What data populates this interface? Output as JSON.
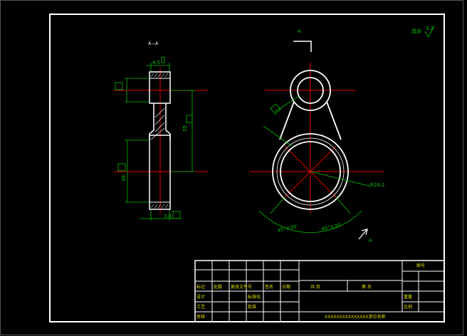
{
  "section_label": "A—A",
  "view_marker_top": "A",
  "view_marker_bottom": "A",
  "roughness_note": "其余",
  "roughness_value": "3.2",
  "dims": {
    "top_width": "4.5",
    "bottom_width": "3.6",
    "center_dist": "55",
    "big_bore": "49",
    "small_bore_tol": "",
    "radius": "R26.2",
    "angle_left": "45°±30′",
    "angle_right": "45°±30′"
  },
  "title_block": {
    "left_labels": [
      "标记",
      "设计",
      "工艺",
      "审核"
    ],
    "col_labels": [
      "处数",
      "更改文件号",
      "签名",
      "日期"
    ],
    "sub_labels": [
      "标准化",
      "批准"
    ],
    "sheet_total": "共   页",
    "sheet_no": "第   页",
    "right_labels": [
      "重量",
      "比例"
    ],
    "right_top": "图号",
    "drawing_name": "XXXXXXXXXXXXXXX单位名称"
  }
}
